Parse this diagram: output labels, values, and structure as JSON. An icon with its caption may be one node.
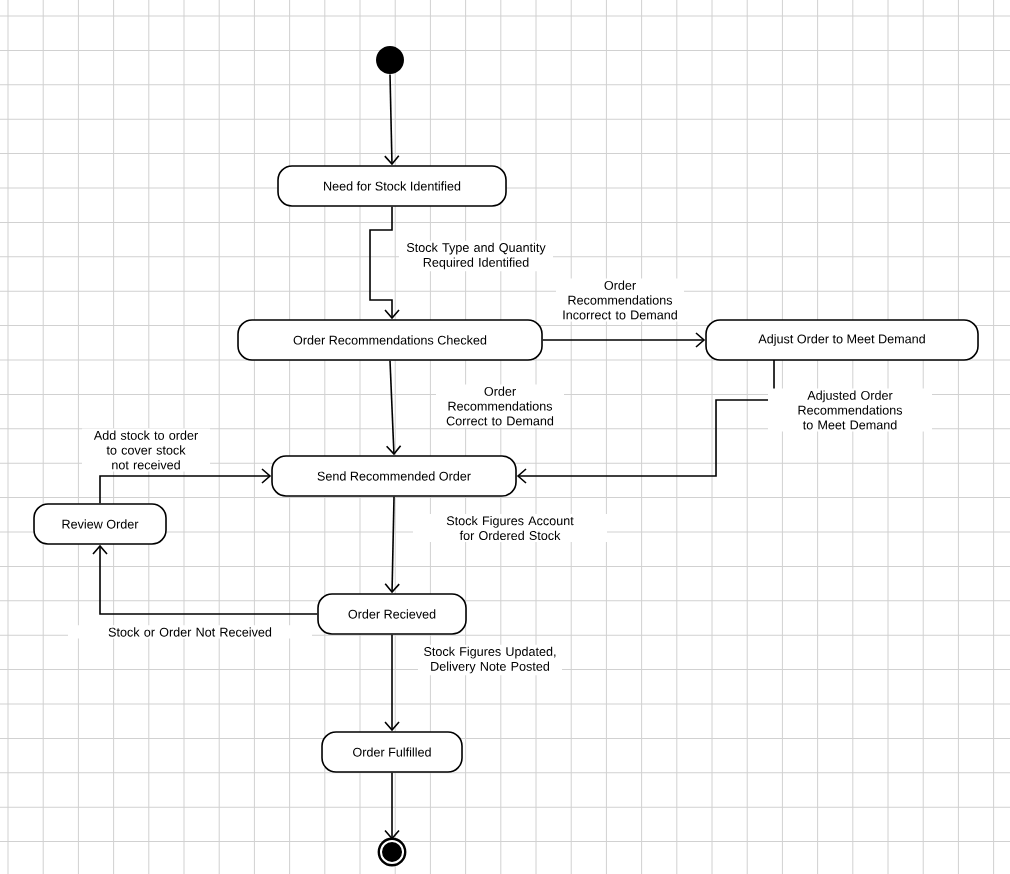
{
  "diagram": {
    "nodes": [
      {
        "text": [],
        "shape": "circle"
      },
      {
        "text": [
          "Need for Stock Identified"
        ]
      },
      {
        "text": [
          "Order Recommendations Checked"
        ]
      },
      {
        "text": [
          "Adjust Order to Meet Demand"
        ]
      },
      {
        "text": [
          "Send Recommended Order"
        ]
      },
      {
        "text": [
          "Review Order"
        ]
      },
      {
        "text": [
          "Order Recieved"
        ]
      },
      {
        "text": [
          "Order Fulfilled"
        ]
      },
      {
        "text": [],
        "shape": "circle"
      }
    ],
    "edges": [
      {
        "from": 0,
        "to": 1,
        "arrow": "to"
      },
      {
        "from": 1,
        "to": 2,
        "arrow": "to",
        "label": "Stock Type and Quantity Required Identified"
      },
      {
        "from": 2,
        "to": 3,
        "arrow": "to",
        "label": "Order Recommendations Incorrect to Demand"
      },
      {
        "from": 2,
        "to": 4,
        "arrow": "to",
        "label": "Order Recommendations Correct to Demand"
      },
      {
        "from": 3,
        "to": 4,
        "arrow": "to",
        "label": "Adjusted Order Recommendations to Meet Demand"
      },
      {
        "from": 5,
        "to": 4,
        "arrow": "to",
        "label": "Add stock to order to cover stock not received"
      },
      {
        "from": 4,
        "to": 6,
        "arrow": "to",
        "label": "Stock Figures Account for Ordered Stock"
      },
      {
        "from": 6,
        "to": 5,
        "arrow": "to",
        "label": "Stock or Order Not Received"
      },
      {
        "from": 6,
        "to": 7,
        "arrow": "to",
        "label": "Stock Figures Updated, Delivery Note Posted"
      },
      {
        "from": 7,
        "to": 8,
        "arrow": "to"
      }
    ]
  }
}
